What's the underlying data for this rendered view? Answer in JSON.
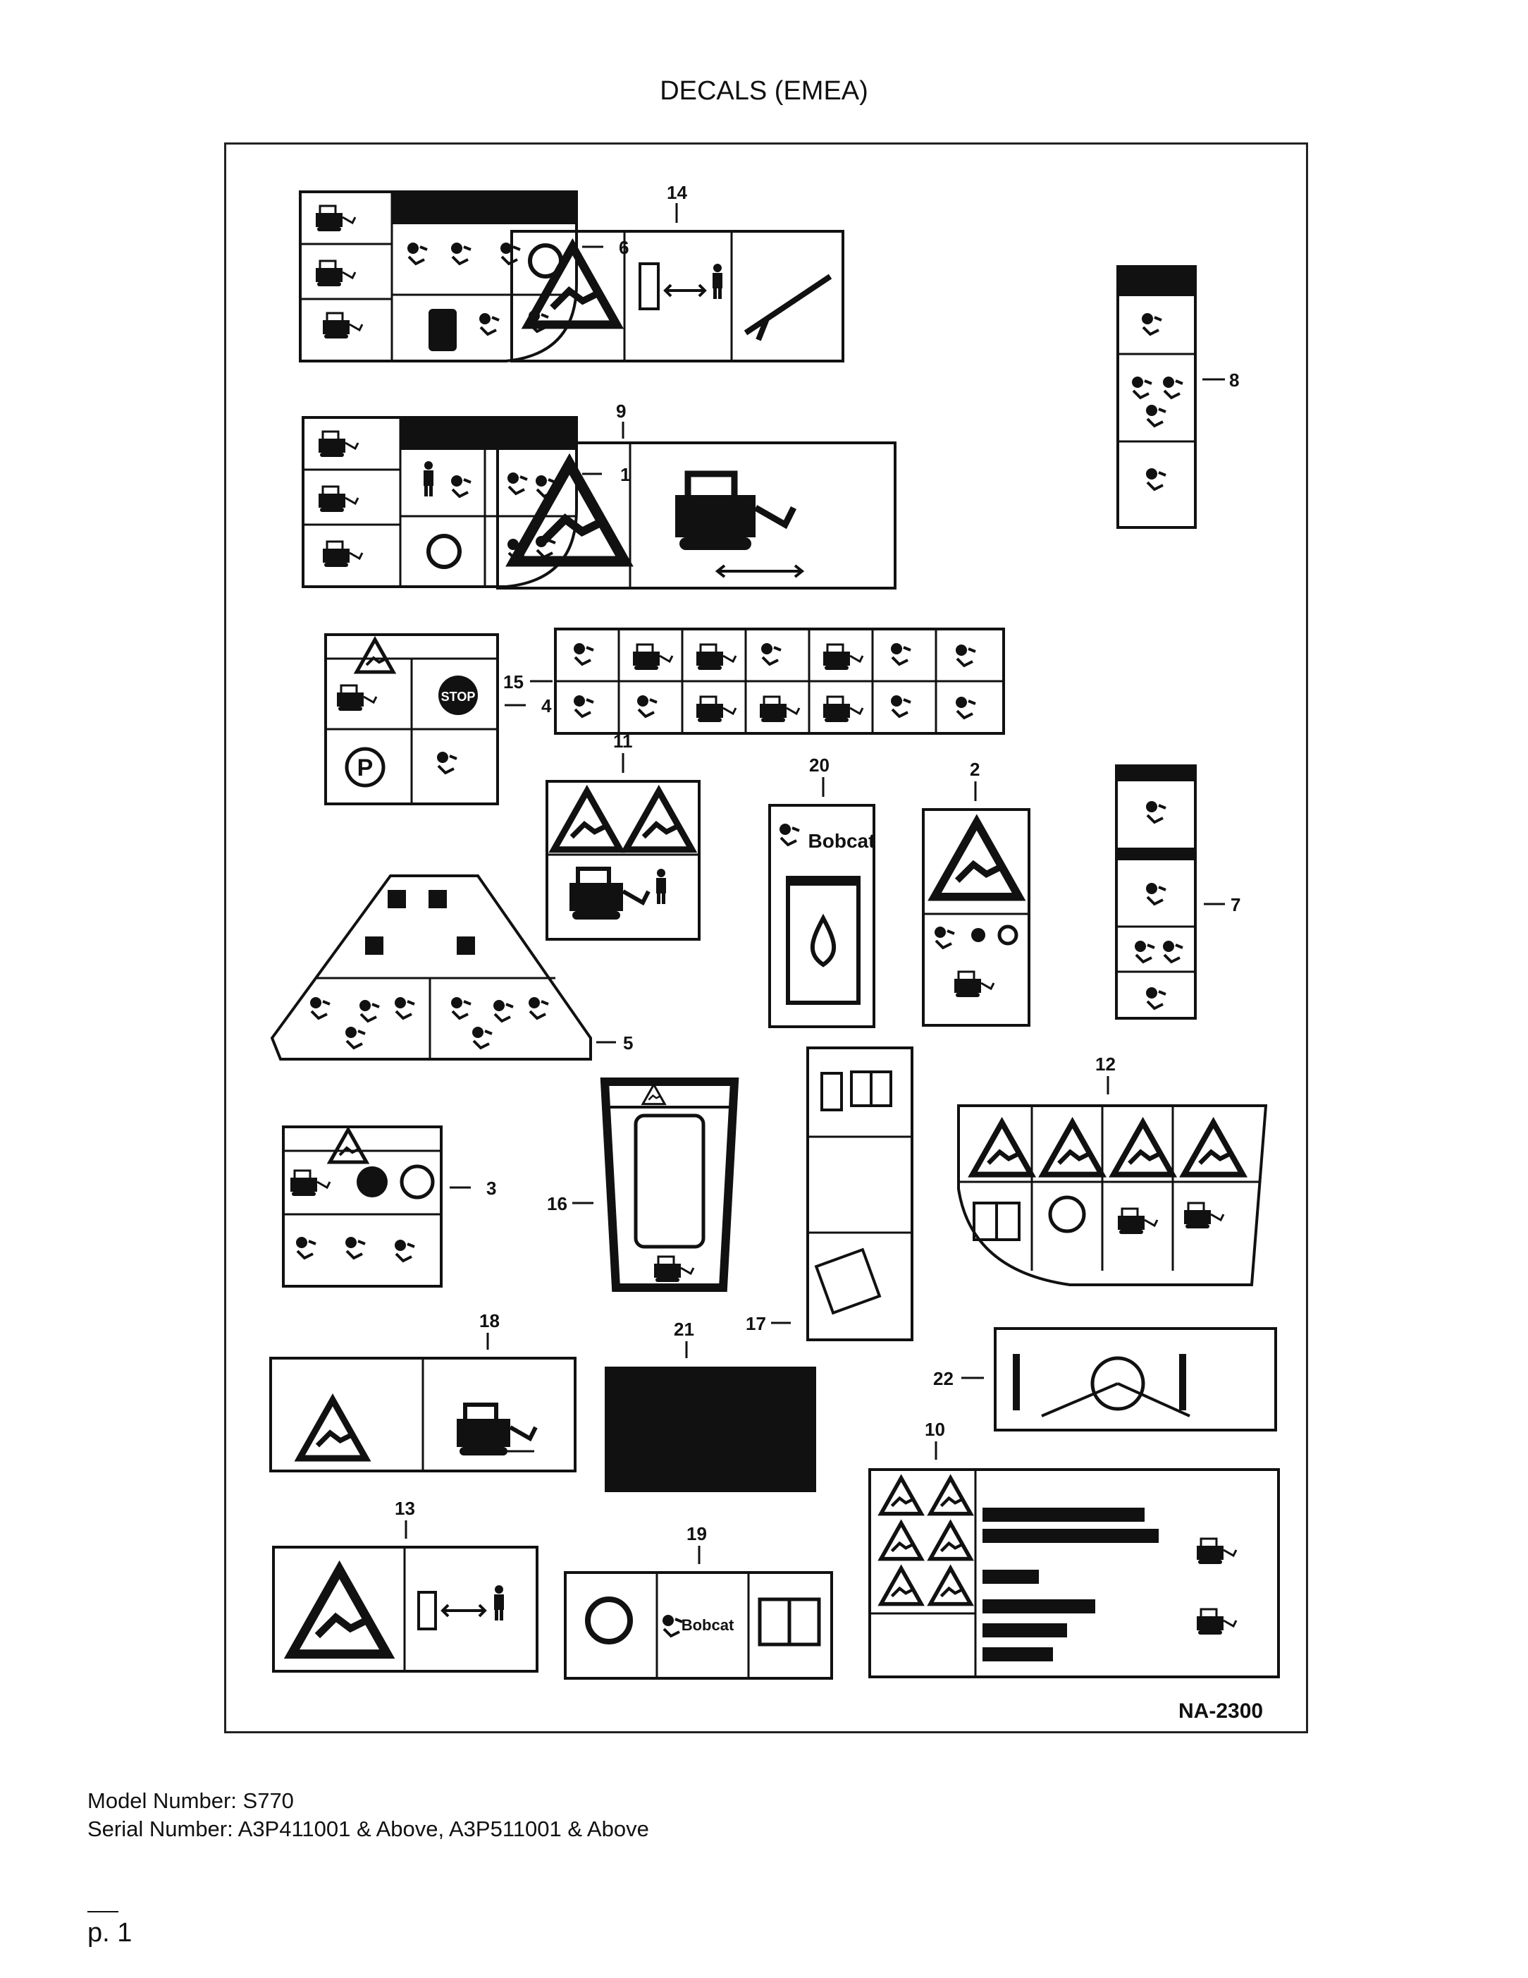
{
  "document": {
    "title": "DECALS (EMEA)",
    "diagram_code": "NA-2300",
    "model_number": "Model Number: S770",
    "serial_number": "Serial Number: A3P411001 & Above, A3P511001 & Above",
    "page": "p. 1"
  },
  "callouts": [
    "1",
    "2",
    "3",
    "4",
    "5",
    "6",
    "7",
    "8",
    "9",
    "10",
    "11",
    "12",
    "13",
    "14",
    "15",
    "16",
    "17",
    "18",
    "19",
    "20",
    "21",
    "22"
  ],
  "decal_text": {
    "bobcat_brand": "Bobcat",
    "stop": "STOP",
    "park": "P"
  }
}
